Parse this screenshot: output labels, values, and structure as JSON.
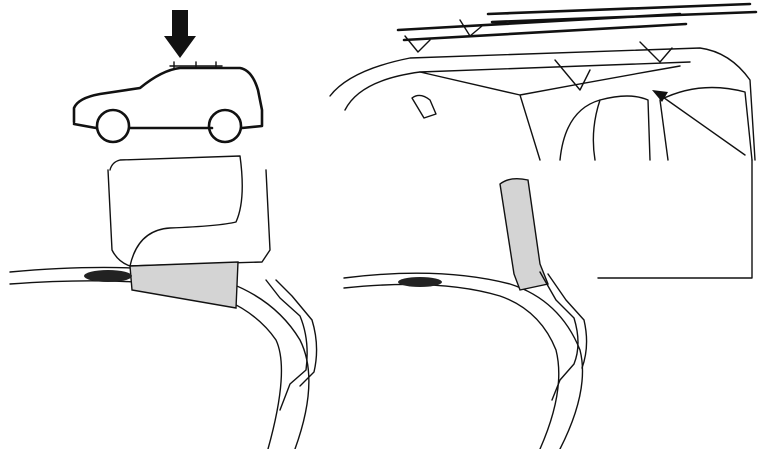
{
  "colors": {
    "line": "#111111",
    "pad_fill": "#d4d4d4",
    "rubber_fill": "#222222",
    "arrow_fill": "#111111",
    "background": "#ffffff"
  },
  "panels": [
    {
      "id": "car-side-view",
      "icon": "hatchback-car-icon"
    },
    {
      "id": "roof-rack-perspective",
      "icon": "roof-rack-icon"
    },
    {
      "id": "foot-pad-detail"
    },
    {
      "id": "bracket-detail"
    }
  ]
}
